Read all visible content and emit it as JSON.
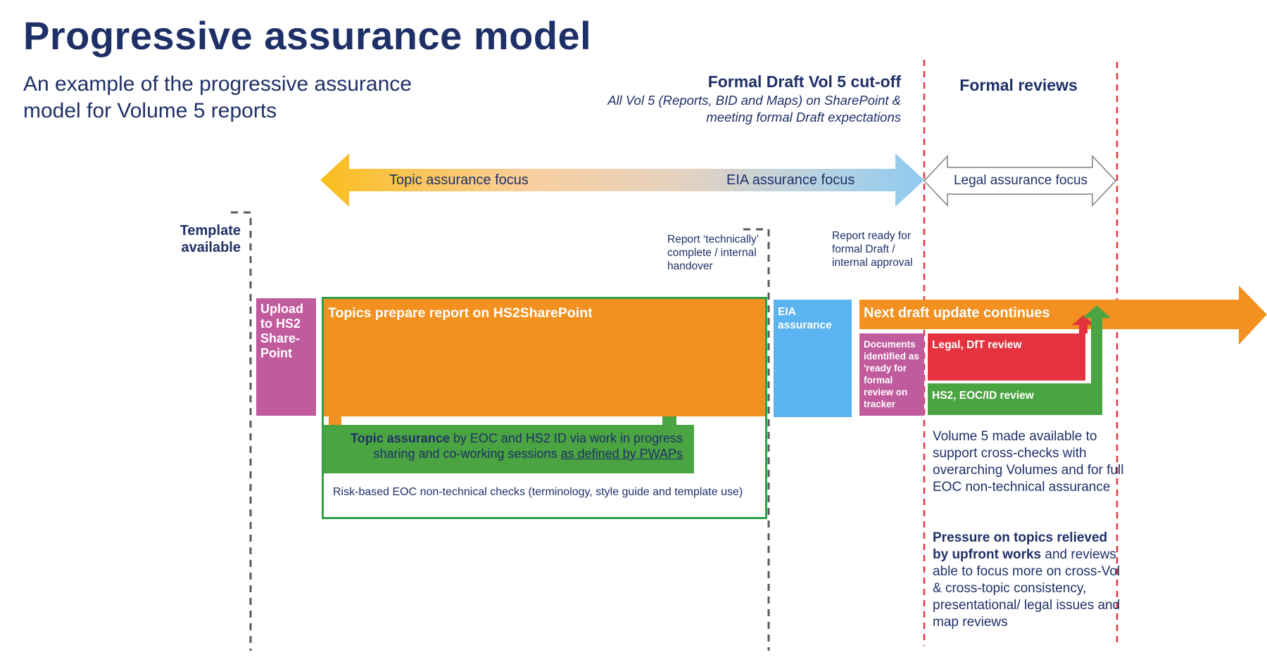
{
  "title": "Progressive assurance model",
  "subtitle": "An example of the progressive assurance model for Volume 5 reports",
  "cutoff": {
    "heading": "Formal Draft Vol 5 cut-off",
    "description": "All Vol 5 (Reports, BID and Maps) on SharePoint & meeting formal Draft expectations"
  },
  "formal_reviews": "Formal reviews",
  "focus_arrows": {
    "topic": "Topic assurance focus",
    "eia": "EIA assurance focus",
    "legal": "Legal assurance focus"
  },
  "template_label": "Template available",
  "notes": {
    "technically_complete": "Report ‘technically’ complete / internal handover",
    "ready_formal": "Report ready for formal Draft / internal approval"
  },
  "boxes": {
    "upload": "Upload to HS2 Share-Point",
    "topics_prepare": "Topics prepare report on HS2SharePoint",
    "topic_assurance_bold": "Topic assurance",
    "topic_assurance_rest": " by EOC and HS2 ID via work in progress sharing and co-working sessions ",
    "topic_assurance_link": "as defined by PWAPs",
    "risk_checks": "Risk-based EOC non-technical checks (terminology, style guide and template use)",
    "eia_assurance": "EIA assurance",
    "next_draft": "Next draft update continues",
    "documents": "Documents identified as 'ready for formal review on tracker",
    "legal_review": "Legal, DfT review",
    "hs2_review": "HS2, EOC/ID review"
  },
  "right_text": {
    "volume5": "Volume 5 made available to support cross-checks with overarching Volumes and for full EOC non-technical assurance",
    "pressure_bold": "Pressure on topics relieved by upfront works",
    "pressure_rest": " and reviews able to focus more on cross-Vol & cross-topic consistency, presentational/ legal issues and map reviews"
  },
  "colors": {
    "navy": "#1f3068",
    "orange": "#f29120",
    "magenta": "#c05b9e",
    "green": "#4aa441",
    "blue": "#5bb3ef",
    "red": "#e4333f",
    "dashed_red": "#e4333f"
  }
}
